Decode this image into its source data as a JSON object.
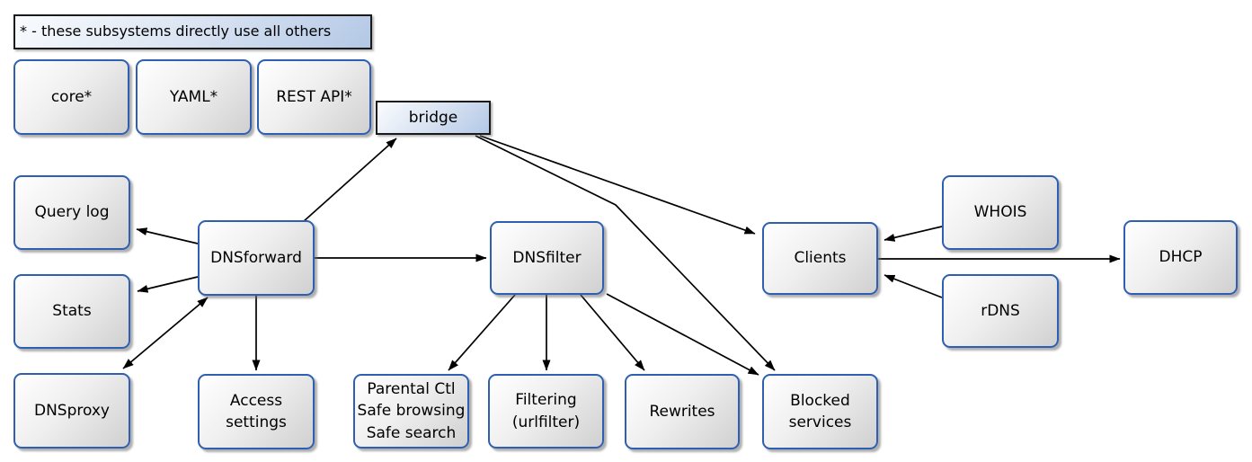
{
  "diagram": {
    "legend": {
      "text": "* - these subsystems directly use all others"
    },
    "nodes": {
      "core": {
        "label": "core*"
      },
      "yaml": {
        "label": "YAML*"
      },
      "rest_api": {
        "label": "REST API*"
      },
      "bridge": {
        "label": "bridge"
      },
      "query_log": {
        "label": "Query log"
      },
      "stats": {
        "label": "Stats"
      },
      "dnsproxy": {
        "label": "DNSproxy"
      },
      "dnsforward": {
        "label": "DNSforward"
      },
      "access_settings": {
        "label": "Access\nsettings"
      },
      "dnsfilter": {
        "label": "DNSfilter"
      },
      "parental": {
        "label": "Parental Ctl\nSafe browsing\nSafe search"
      },
      "filtering": {
        "label": "Filtering\n(urlfilter)"
      },
      "rewrites": {
        "label": "Rewrites"
      },
      "blocked_services": {
        "label": "Blocked\nservices"
      },
      "clients": {
        "label": "Clients"
      },
      "whois": {
        "label": "WHOIS"
      },
      "rdns": {
        "label": "rDNS"
      },
      "dhcp": {
        "label": "DHCP"
      }
    },
    "edges": [
      {
        "from": "DNSforward",
        "to": "bridge",
        "bidirectional": false
      },
      {
        "from": "bridge",
        "to": "Clients",
        "bidirectional": false
      },
      {
        "from": "bridge",
        "to": "Blocked services",
        "bidirectional": false
      },
      {
        "from": "DNSforward",
        "to": "Query log",
        "bidirectional": false
      },
      {
        "from": "DNSforward",
        "to": "Stats",
        "bidirectional": false
      },
      {
        "from": "DNSforward",
        "to": "DNSproxy",
        "bidirectional": true
      },
      {
        "from": "DNSforward",
        "to": "Access settings",
        "bidirectional": false
      },
      {
        "from": "DNSforward",
        "to": "DNSfilter",
        "bidirectional": false
      },
      {
        "from": "DNSfilter",
        "to": "Parental Ctl / Safe browsing / Safe search",
        "bidirectional": false
      },
      {
        "from": "DNSfilter",
        "to": "Filtering (urlfilter)",
        "bidirectional": false
      },
      {
        "from": "DNSfilter",
        "to": "Rewrites",
        "bidirectional": false
      },
      {
        "from": "DNSfilter",
        "to": "Blocked services",
        "bidirectional": false
      },
      {
        "from": "WHOIS",
        "to": "Clients",
        "bidirectional": false
      },
      {
        "from": "rDNS",
        "to": "Clients",
        "bidirectional": false
      },
      {
        "from": "Clients",
        "to": "DHCP",
        "bidirectional": false
      }
    ],
    "colors": {
      "node_border": "#2e5fb0",
      "node_fill_light": "#ffffff",
      "node_fill_dark": "#d0d0d0",
      "accent_fill_light": "#fafcfe",
      "accent_fill_dark": "#b3c8e6",
      "accent_border": "#1a1a1a",
      "arrow": "#000000",
      "background": "#ffffff"
    }
  }
}
